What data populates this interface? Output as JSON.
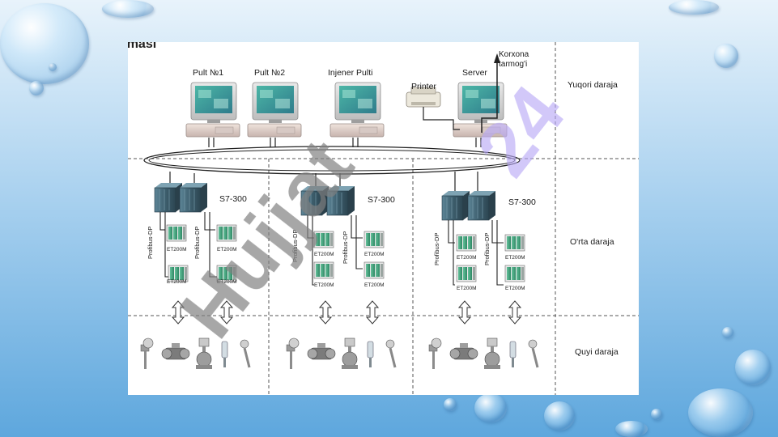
{
  "slide_title_fragment": "sxemasi",
  "levels": {
    "top": "Yuqori daraja",
    "middle": "O'rta daraja",
    "bottom": "Quyi daraja"
  },
  "top_nodes": {
    "pult1": "Pult №1",
    "pult2": "Pult №2",
    "engineer": "Injener Pulti",
    "printer": "Printer",
    "server": "Server",
    "enterprise_line1": "Korxona",
    "enterprise_line2": "tarmog'i"
  },
  "controllers": [
    {
      "plc_label": "S7-300",
      "bus_label_a": "Profibus-DP",
      "bus_label_b": "Profibus-DP",
      "io_label": "ET200M"
    },
    {
      "plc_label": "S7-300",
      "bus_label_a": "Profibus-DP",
      "bus_label_b": "Profibus-DP",
      "io_label": "ET200M"
    },
    {
      "plc_label": "S7-300",
      "bus_label_a": "Profibus-DP",
      "bus_label_b": "Profibus-DP",
      "io_label": "ET200M"
    }
  ],
  "watermark": "Hujjat 24",
  "colors": {
    "watermark_gray": "#808080",
    "watermark_violet": "#b7a8f5",
    "plc_body": "#3e5f6e",
    "io_module": "#3f9a78"
  }
}
